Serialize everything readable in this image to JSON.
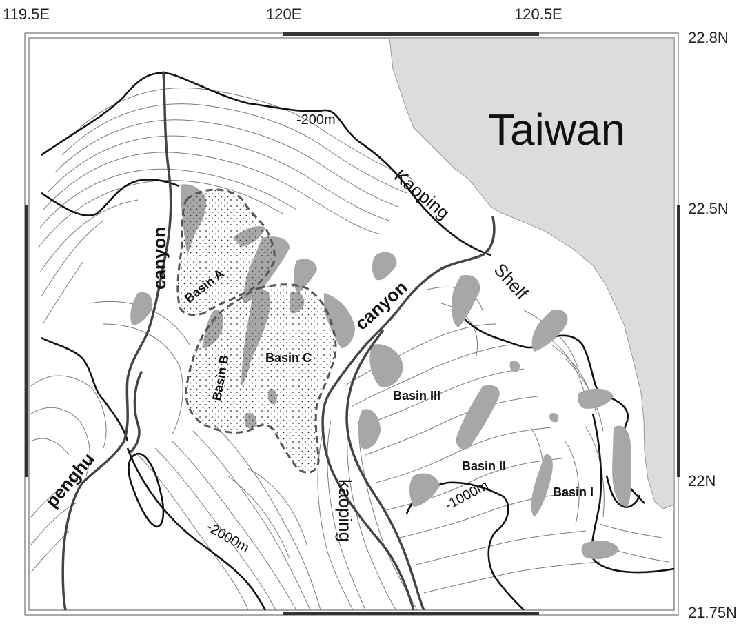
{
  "map": {
    "lon_labels": [
      "119.5E",
      "120E",
      "120.5E"
    ],
    "lat_labels": [
      "22.8N",
      "22.5N",
      "22N",
      "21.75N"
    ],
    "landmass": "Taiwan",
    "labels": {
      "taiwan": "Taiwan",
      "kaoping_shelf_1": "Kaoping",
      "kaoping_shelf_2": "Shelf",
      "penghu_canyon_1": "canyon",
      "penghu_canyon_2": "penghu",
      "kaoping_canyon_1": "canyon",
      "kaoping_canyon_2": "kaoping",
      "basin_a": "Basin A",
      "basin_b": "Basin B",
      "basin_c": "Basin C",
      "basin_i": "Basin I",
      "basin_ii": "Basin II",
      "basin_iii": "Basin III",
      "depth_200": "-200m",
      "depth_1000": "-1000m",
      "depth_2000": "-2000m"
    },
    "colors": {
      "land": "#dcdcde",
      "shading": "#a7a7a9",
      "contour": "#7a7a7a",
      "major_contour": "#111111",
      "canyon": "#444444"
    }
  }
}
